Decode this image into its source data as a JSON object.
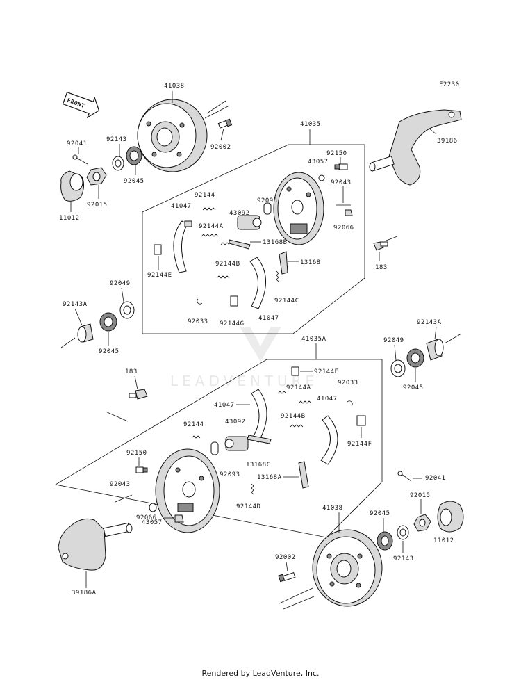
{
  "diagram": {
    "ref_code": "F2230",
    "front_label": "FRONT",
    "watermark": "LEADVENTURE",
    "parts": {
      "p41038_top": "41038",
      "p41035": "41035",
      "p92041_top": "92041",
      "p92143_top": "92143",
      "p92045_top": "92045",
      "p92015_top": "92015",
      "p11012_top": "11012",
      "p92002_top": "92002",
      "p92150_top": "92150",
      "p43057_top": "43057",
      "p92043_top": "92043",
      "p92066_top": "92066",
      "p39186": "39186",
      "p92093_top": "92093",
      "p43092_top": "43092",
      "p92144_top": "92144",
      "p41047_top_a": "41047",
      "p92144A_top": "92144A",
      "p13168B": "13168B",
      "p92144E_top": "92144E",
      "p92144B_top": "92144B",
      "p13168": "13168",
      "p183_right": "183",
      "p92144C": "92144C",
      "p92033_top": "92033",
      "p92144G": "92144G",
      "p41047_top_b": "41047",
      "p92049_left": "92049",
      "p92143A_left": "92143A",
      "p92045_left": "92045",
      "p92143A_right": "92143A",
      "p92049_right": "92049",
      "p92045_right": "92045",
      "p41035A": "41035A",
      "p183_left": "183",
      "p92144E_bot": "92144E",
      "p92144A_bot": "92144A",
      "p92033_bot": "92033",
      "p41047_bot_a": "41047",
      "p41047_bot_b": "41047",
      "p92144B_bot": "92144B",
      "p92144_bot": "92144",
      "p43092_bot": "43092",
      "p92144F": "92144F",
      "p13168C": "13168C",
      "p92150_bot": "92150",
      "p92093_bot": "92093",
      "p13168A": "13168A",
      "p92043_bot": "92043",
      "p43057_bot": "43057",
      "p92066_bot": "92066",
      "p92144D": "92144D",
      "p92041_bot": "92041",
      "p92015_bot": "92015",
      "p41038_bot": "41038",
      "p92045_bot": "92045",
      "p92143_bot": "92143",
      "p11012_bot": "11012",
      "p92002_bot": "92002",
      "p39186A": "39186A"
    }
  },
  "footer": {
    "text": "Rendered by LeadVenture, Inc."
  }
}
